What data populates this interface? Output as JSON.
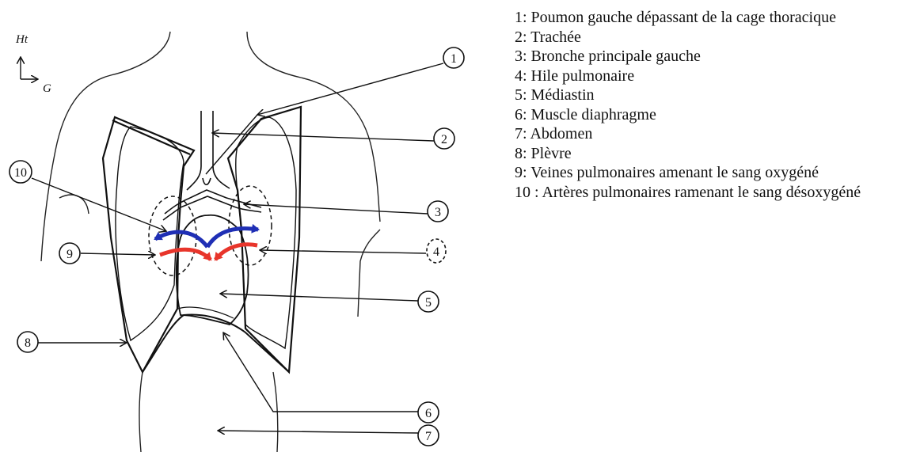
{
  "orientation": {
    "up": "Ht",
    "right": "G"
  },
  "callout_numbers": [
    "1",
    "2",
    "3",
    "4",
    "5",
    "6",
    "7",
    "8",
    "9",
    "10"
  ],
  "colors": {
    "oxygenated": "#e8352b",
    "deoxygenated": "#1f2fb5",
    "line": "#111111"
  },
  "legend": [
    {
      "text": "1: Poumon gauche dépassant de la cage thoracique"
    },
    {
      "text": "2: Trachée"
    },
    {
      "text": "3: Bronche principale gauche"
    },
    {
      "text": "4: Hile pulmonaire"
    },
    {
      "text": "5: Médiastin"
    },
    {
      "text": "6: Muscle diaphragme"
    },
    {
      "text": "7: Abdomen"
    },
    {
      "text": "8: Plèvre"
    },
    {
      "text": "9: Veines pulmonaires amenant le sang oxygéné"
    },
    {
      "text": "10 : Artères pulmonaires ramenant le sang désoxygéné"
    }
  ]
}
